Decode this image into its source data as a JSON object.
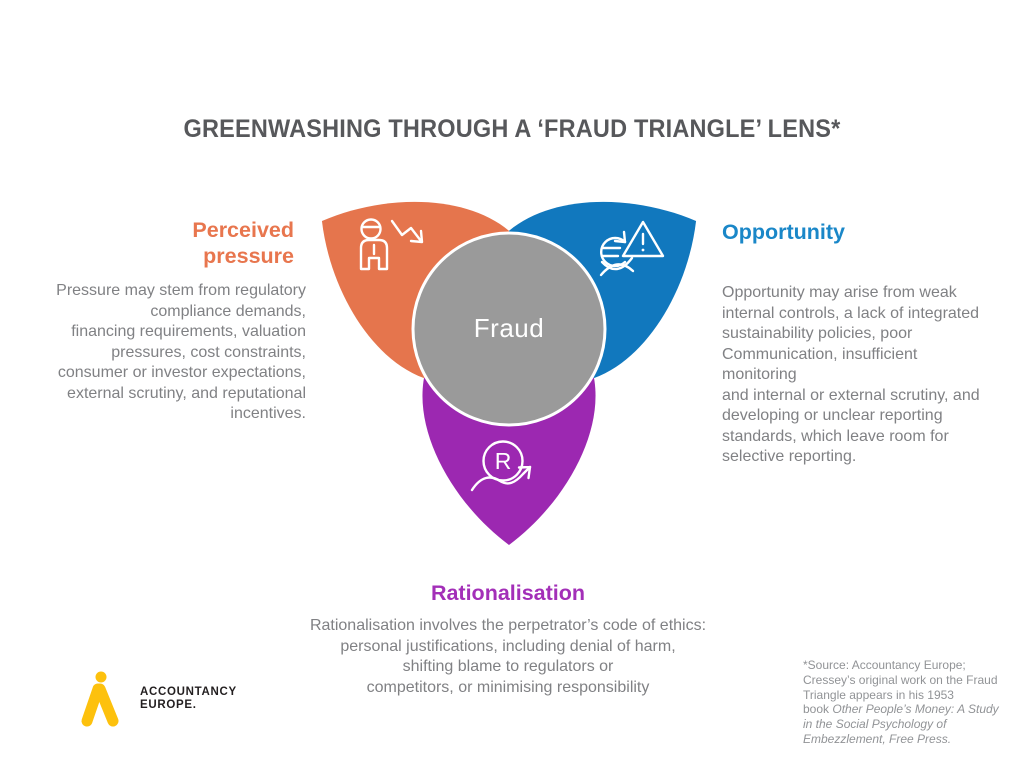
{
  "title": "GREENWASHING THROUGH A ‘FRAUD TRIANGLE’ LENS*",
  "center": {
    "label": "Fraud"
  },
  "colors": {
    "pressure_petal": "#E5754D",
    "opportunity_petal": "#1178BE",
    "rationalisation_petal": "#9C28B1",
    "center_circle": "#9A9A9A",
    "pressure_heading": "#E8764E",
    "opportunity_heading": "#1A87C8",
    "rationalisation_heading": "#A32FB8",
    "logo_yellow": "#FDC10D",
    "icon_stroke": "#FFFFFF"
  },
  "sections": {
    "pressure": {
      "heading": "Perceived\npressure",
      "body": "Pressure may stem from regulatory\ncompliance demands,\nfinancing requirements, valuation\npressures, cost constraints,\nconsumer or investor expectations,\nexternal scrutiny, and reputational\nincentives.",
      "icon": "person-declining-trend-icon"
    },
    "opportunity": {
      "heading": "Opportunity",
      "body": "Opportunity may arise from weak\ninternal controls, a lack of integrated\nsustainability policies, poor\nCommunication, insufficient\nmonitoring\nand internal or external scrutiny, and\ndeveloping or unclear reporting\nstandards, which leave room for\nselective reporting.",
      "icon": "euro-warning-icon"
    },
    "rationalisation": {
      "heading": "Rationalisation",
      "body": "Rationalisation involves the perpetrator’s code of ethics:\npersonal justifications, including denial of harm,\nshifting blame to regulators or\ncompetitors, or minimising responsibility",
      "icon": "registered-trend-icon",
      "icon_letter": "R"
    }
  },
  "footer": {
    "logo": {
      "line1": "ACCOUNTANCY",
      "line2": "EUROPE."
    },
    "source_plain": "*Source: Accountancy Europe;\nCressey’s original work on the Fraud\nTriangle appears in his 1953\nbook ",
    "source_italic": "Other People’s Money: A Study\nin the Social Psychology of\nEmbezzlement, Free Press."
  }
}
